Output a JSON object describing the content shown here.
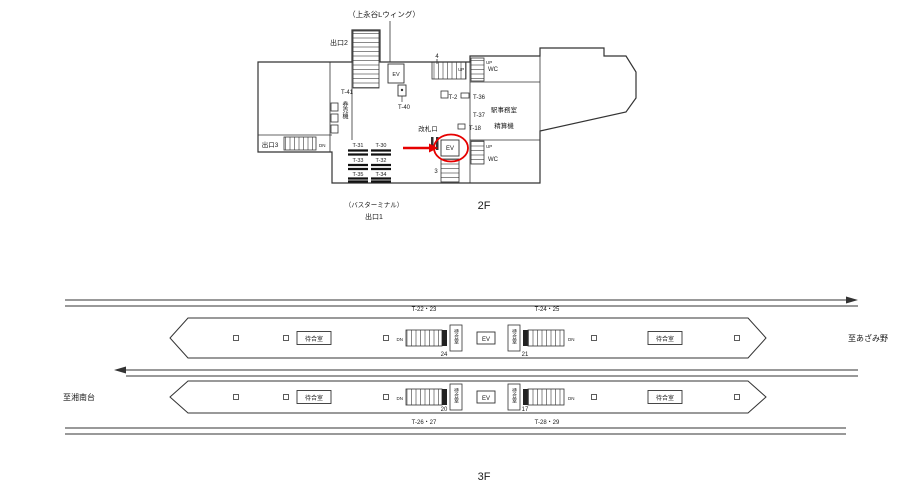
{
  "floor2": {
    "floor_label": "2F",
    "connection_label": "（上永谷Lウィング）",
    "exit2": "出口2",
    "exit3": "出口3",
    "exit1": "出口1",
    "bus_terminal": "（バスターミナル）",
    "ticket_machines": "券売機",
    "gate": "改札口",
    "station_office": "駅事務室",
    "fare_machine": "精算機",
    "wc_top": "WC",
    "wc_bottom": "WC",
    "ev_top": "EV",
    "ev_gate": "EV",
    "up_stair4": "UP",
    "up_right_top": "UP",
    "up_right_bottom": "UP",
    "dn_exit3": "DN",
    "stair4_num": "4",
    "stair3_num": "3",
    "ads": {
      "t41": "T-41",
      "t40": "T-40",
      "t2": "T-2",
      "t36": "T-36",
      "t37": "T-37",
      "t18": "T-18",
      "t31": "T-31",
      "t30": "T-30",
      "t33": "T-33",
      "t32": "T-32",
      "t35": "T-35",
      "t34": "T-34"
    }
  },
  "floor3": {
    "floor_label": "3F",
    "to_azamino": "至あざみ野",
    "to_shonandai": "至湘南台",
    "platform1": {
      "label_left": "T-22・23",
      "label_right": "T-24・25",
      "waiting_room": "待合室",
      "ev": "EV",
      "dn": "DN",
      "stair_left_num": "24",
      "stair_right_num": "21"
    },
    "platform2": {
      "label_left": "T-26・27",
      "label_right": "T-28・29",
      "waiting_room": "待合室",
      "ev": "EV",
      "dn": "DN",
      "stair_left_num": "20",
      "stair_right_num": "17"
    }
  }
}
